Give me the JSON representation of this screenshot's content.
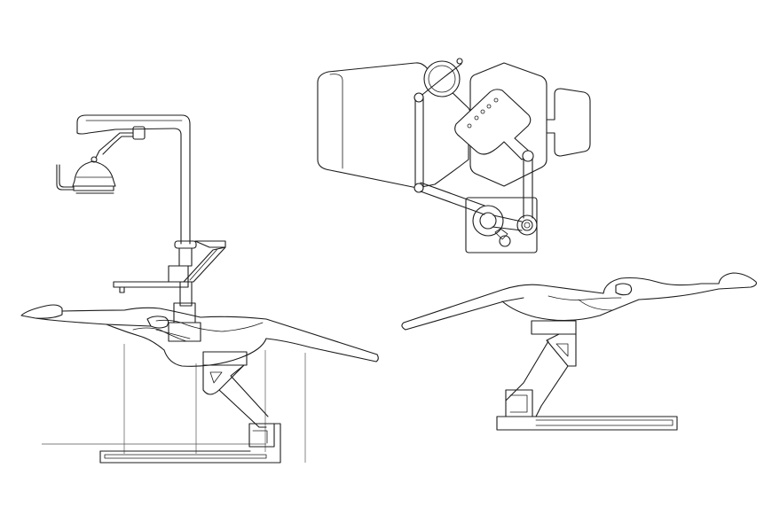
{
  "drawing": {
    "subject": "dental-chair",
    "views": [
      {
        "key": "side-with-light",
        "icon": "dental-chair-side-icon"
      },
      {
        "key": "top",
        "icon": "dental-chair-top-icon"
      },
      {
        "key": "side-reclined",
        "icon": "dental-chair-reclined-icon"
      }
    ],
    "colors": {
      "background": "#ffffff",
      "line": "#1c1c1c"
    }
  }
}
